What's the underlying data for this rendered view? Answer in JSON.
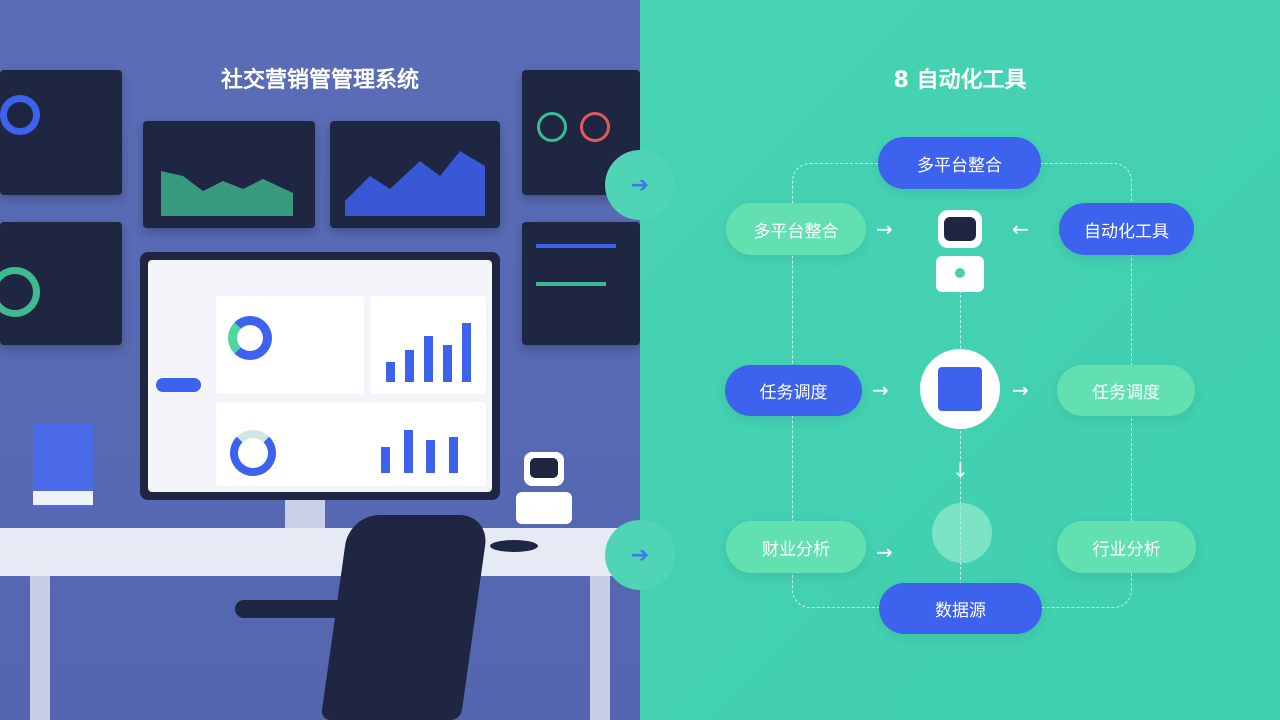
{
  "left": {
    "title": "社交营销管管理系统"
  },
  "right": {
    "title": "自动化工具",
    "title_prefix": "8",
    "nodes": {
      "top": "多平台整合",
      "left_1": "多平台整合",
      "right_1": "自动化工具",
      "left_2": "任务调度",
      "right_2": "任务调度",
      "left_3": "财业分析",
      "right_3": "行业分析",
      "bottom": "数据源"
    }
  },
  "colors": {
    "left_bg": "#5a6db6",
    "right_bg": "#45d1b2",
    "accent_blue": "#3d62ee",
    "accent_green": "#63e0b0",
    "panel_dark": "#1e2642"
  },
  "icons": [
    "robot-icon",
    "document-icon",
    "database-icon",
    "arrow-right-icon"
  ],
  "screen_chart_bars_1": [
    30,
    48,
    70,
    56,
    90
  ],
  "screen_chart_bars_2": [
    40,
    65,
    50,
    55
  ]
}
